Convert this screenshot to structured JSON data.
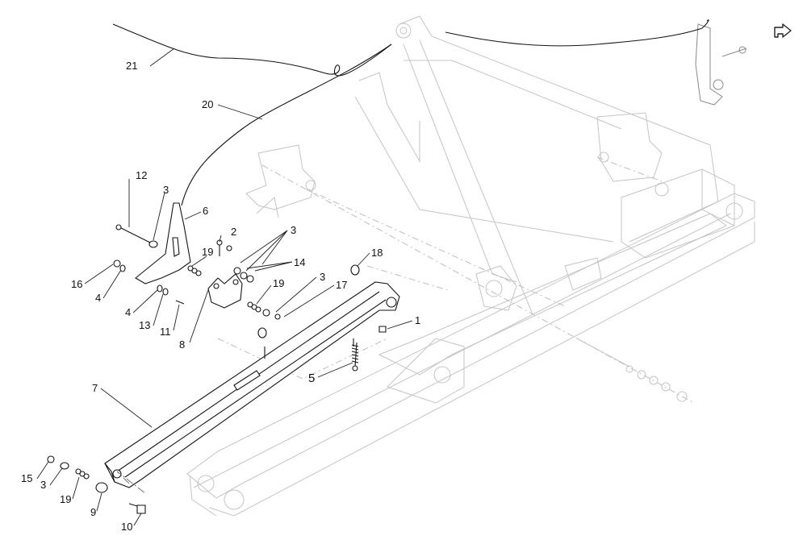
{
  "diagram": {
    "callouts": {
      "c1": "1",
      "c2": "2",
      "c3a": "3",
      "c3b": "3",
      "c3c": "3",
      "c3d": "3",
      "c4a": "4",
      "c4b": "4",
      "c5": "5",
      "c6": "6",
      "c7": "7",
      "c8": "8",
      "c9": "9",
      "c10": "10",
      "c11": "11",
      "c12": "12",
      "c13": "13",
      "c14": "14",
      "c15": "15",
      "c16": "16",
      "c17": "17",
      "c18": "18",
      "c19a": "19",
      "c19b": "19",
      "c19c": "19",
      "c20": "20",
      "c21": "21"
    }
  },
  "toolbar": {
    "next_icon": "return-arrow-icon"
  }
}
